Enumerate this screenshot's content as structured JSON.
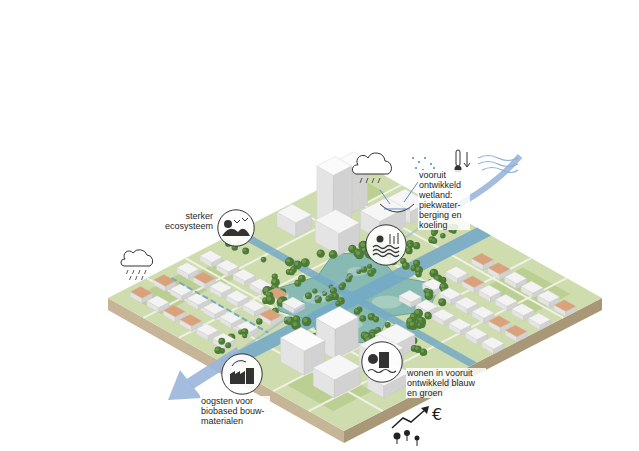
{
  "diagram": {
    "nodes": [
      {
        "text": [
          "sterker ecosysteem"
        ]
      },
      {
        "text": [
          "vooruit ontwikkeld wetland: piekwater- berging en koeling"
        ]
      },
      {
        "text": [
          "oogsten voor biobased bouw- materialen"
        ]
      },
      {
        "text": [
          "wonen in vooruit ontwikkeld blauw en groen"
        ]
      }
    ],
    "labels": [
      "€"
    ]
  }
}
